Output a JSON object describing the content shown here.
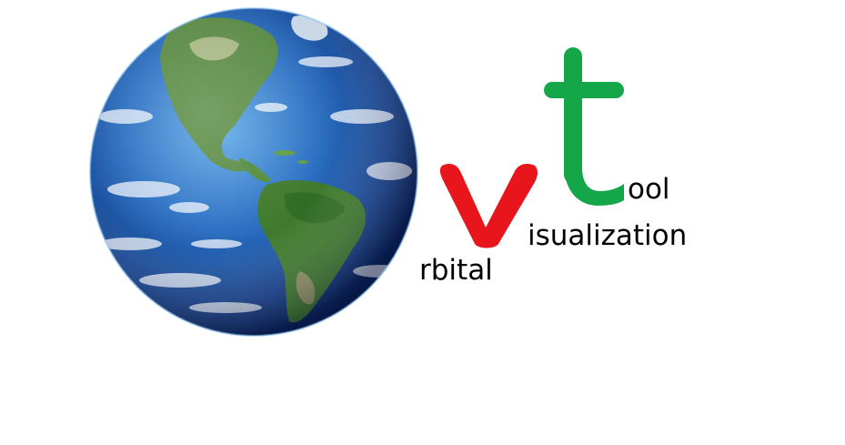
{
  "logo": {
    "graphic": "earth-globe",
    "letters": {
      "v": "v",
      "t": "t"
    },
    "words": {
      "rbital": "rbital",
      "isualization": "isualization",
      "ool": "ool"
    },
    "colors": {
      "v": "#e8161c",
      "t": "#16a64a",
      "text": "#000000"
    }
  }
}
